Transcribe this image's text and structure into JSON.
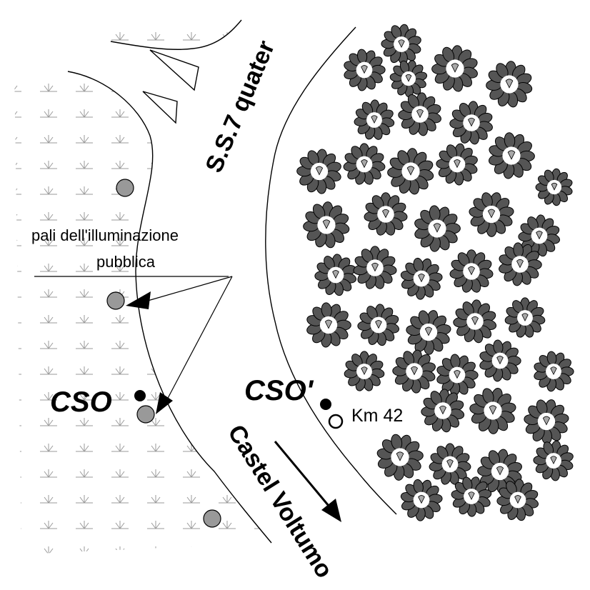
{
  "map": {
    "road_name": "S.S.7 quater",
    "direction_label": "Castel Voltumo",
    "lamp_label_line1": "pali dell'illuminazione",
    "lamp_label_line2": "pubblica",
    "marker_left": "CSO",
    "marker_right": "CSO'",
    "km_label": "Km 42"
  },
  "colors": {
    "tree_fill": "#555555",
    "tree_highlight": "#a8a8a8",
    "pole_fill": "#999999",
    "line": "#000000"
  }
}
